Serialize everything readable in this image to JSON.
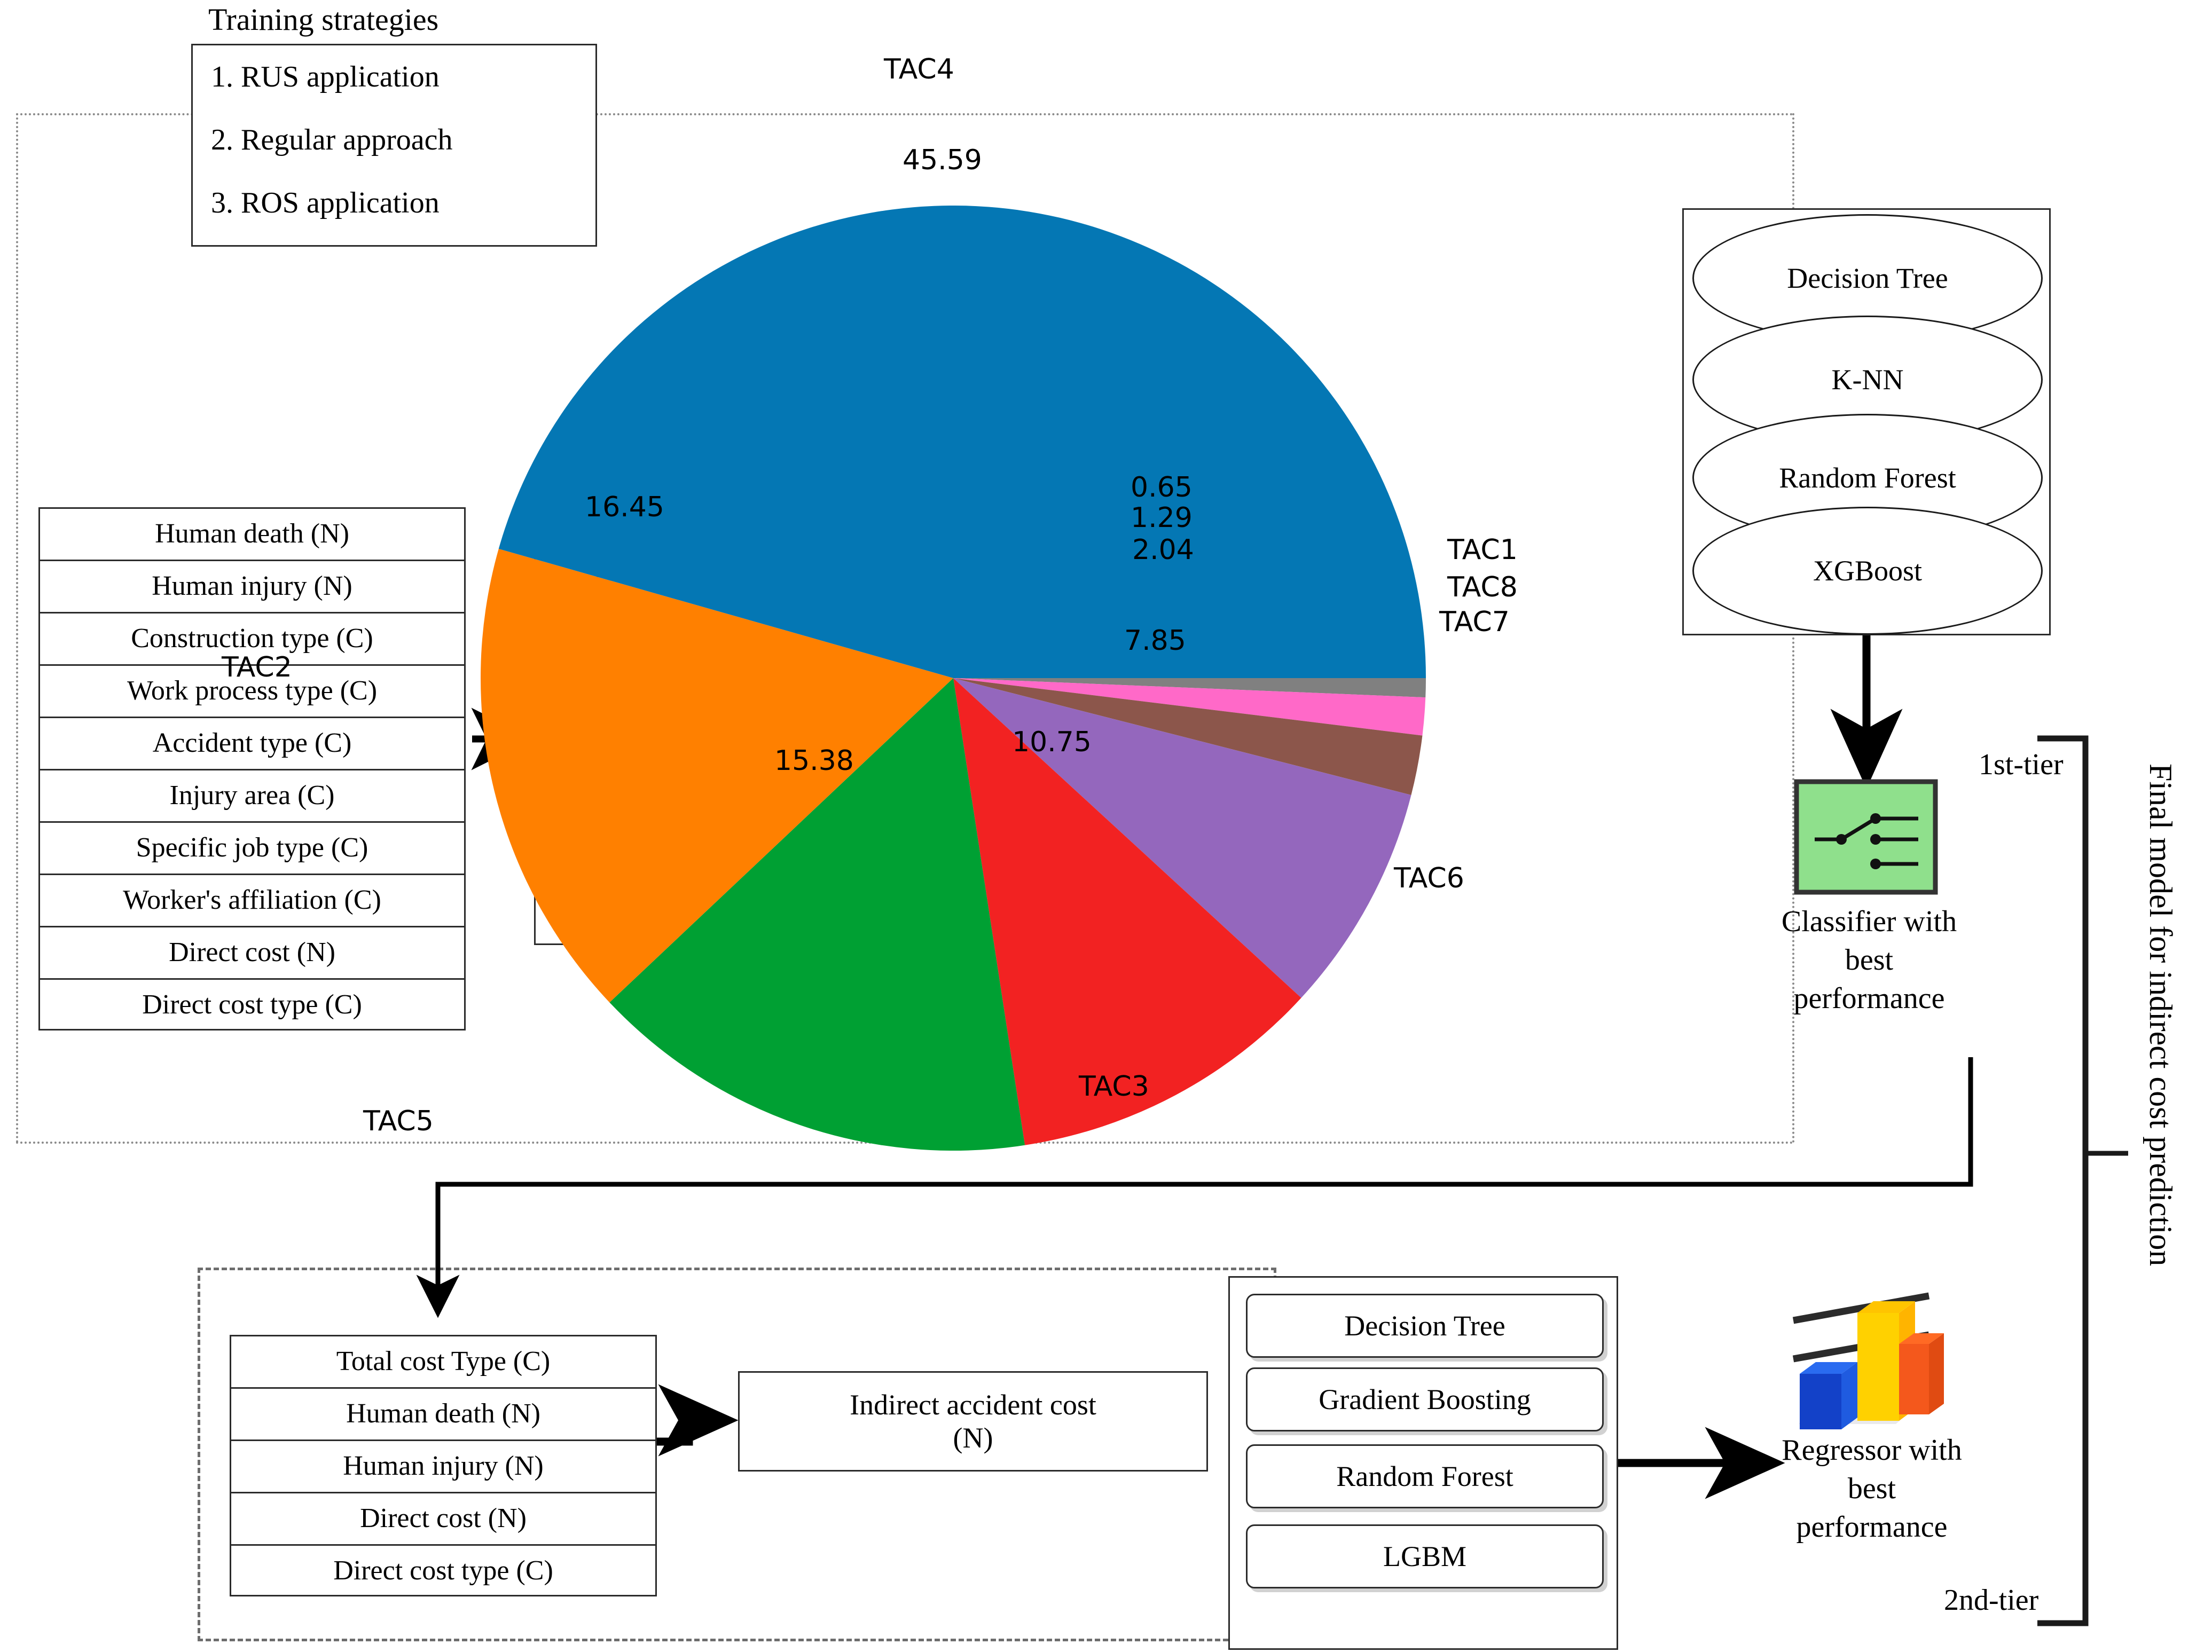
{
  "training_strategies": {
    "title": "Training strategies",
    "items": [
      "1. RUS application",
      "2. Regular approach",
      "3. ROS application"
    ]
  },
  "input_features": {
    "rows": [
      "Human death (N)",
      "Human injury (N)",
      "Construction type (C)",
      "Work process type (C)",
      "Accident type (C)",
      "Injury area (C)",
      "Specific job type (C)",
      "Worker's affiliation (C)",
      "Direct cost (N)",
      "Direct cost type (C)"
    ]
  },
  "target_label": {
    "text": "Total cost Type (C)"
  },
  "classifier_models": {
    "items": [
      "Decision Tree",
      "K-NN",
      "Random Forest",
      "XGBoost"
    ]
  },
  "classifier_result": {
    "caption": "Classifier with\nbest\nperformance",
    "caption_lines": [
      "Classifier with",
      "best",
      "performance"
    ],
    "tier": "1st-tier",
    "icon_color": "#8FE08C"
  },
  "second_tier_features": {
    "rows": [
      "Total cost Type (C)",
      "Human death (N)",
      "Human injury (N)",
      "Direct cost (N)",
      "Direct cost type (C)"
    ]
  },
  "second_tier_target": {
    "line1": "Indirect accident cost",
    "line2": "(N)"
  },
  "regressor_models": {
    "items": [
      "Decision Tree",
      "Gradient Boosting",
      "Random Forest",
      "LGBM"
    ]
  },
  "regressor_result": {
    "caption_lines": [
      "Regressor with",
      "best",
      "performance"
    ],
    "tier": "2nd-tier",
    "icon_bar_colors": [
      "#1341C8",
      "#FFC400",
      "#F4581C"
    ]
  },
  "final_bracket": {
    "label": "Final model for indirect cost prediction"
  },
  "chart_data": {
    "type": "pie",
    "title": "",
    "labels": [
      "TAC1",
      "TAC2",
      "TAC3",
      "TAC4",
      "TAC5",
      "TAC6",
      "TAC7",
      "TAC8"
    ],
    "values": [
      0.65,
      16.45,
      10.75,
      45.59,
      15.38,
      7.85,
      2.04,
      1.29
    ],
    "value_labels": [
      "0.65",
      "16.45",
      "10.75",
      "45.59",
      "15.38",
      "7.85",
      "2.04",
      "1.29"
    ],
    "colors": [
      "#808080",
      "#FF8000",
      "#F22222",
      "#0477B4",
      "#00A033",
      "#9467BD",
      "#8C564B",
      "#FF69C8"
    ],
    "slice_order_clockwise_from_3oclock": [
      "TAC1",
      "TAC8",
      "TAC7",
      "TAC6",
      "TAC3",
      "TAC5",
      "TAC2",
      "TAC4"
    ],
    "legend": "outside-labels",
    "grid": false,
    "units": "percent"
  }
}
